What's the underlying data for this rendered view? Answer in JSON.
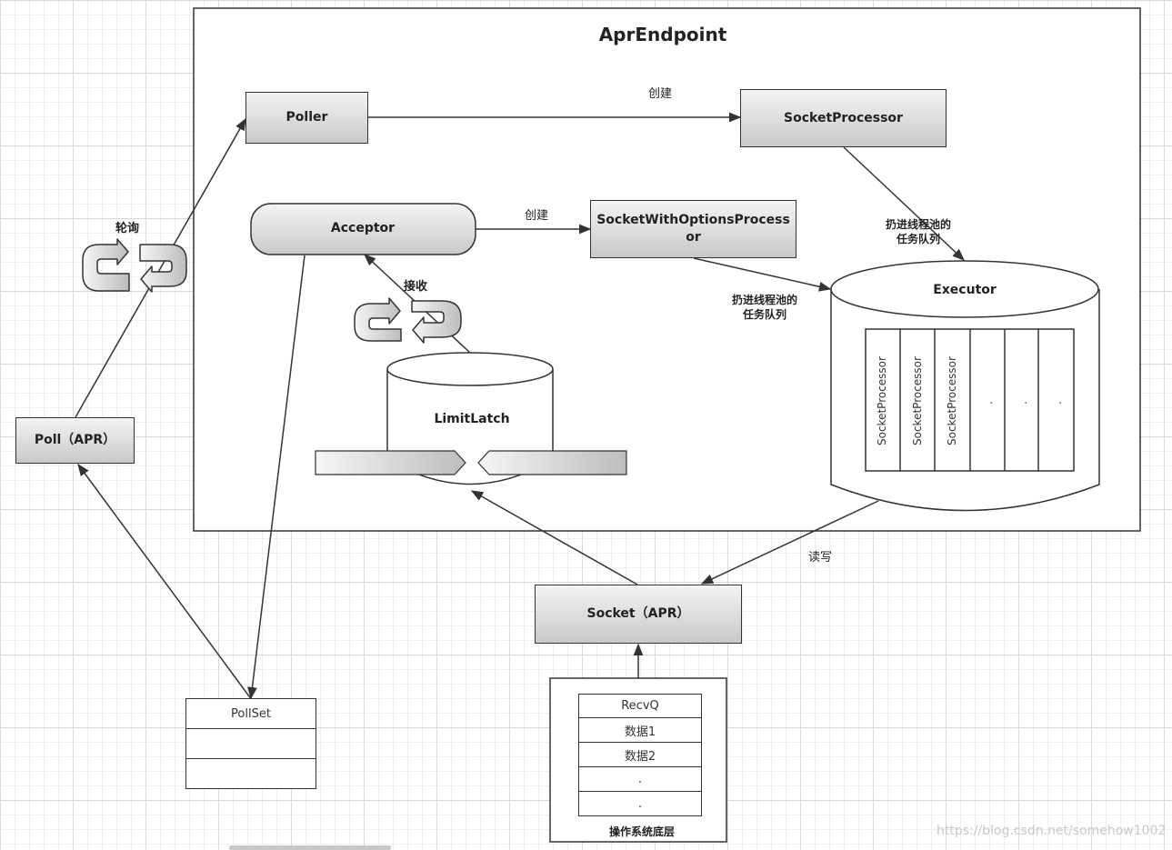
{
  "title": "AprEndpoint",
  "nodes": {
    "poller": "Poller",
    "socket_processor": "SocketProcessor",
    "acceptor": "Acceptor",
    "socket_with_options_processor": "SocketWithOptionsProcess\nor",
    "executor": "Executor",
    "limit_latch": "LimitLatch",
    "poll_apr": "Poll（APR）",
    "socket_apr": "Socket（APR）",
    "pollset_header": "PollSet",
    "os_layer": "操作系统底层"
  },
  "edge_labels": {
    "create_top": "创建",
    "create_mid": "创建",
    "submit_top": "扔进线程池的\n任务队列",
    "submit_mid": "扔进线程池的\n任务队列",
    "poll_cycle": "轮询",
    "receive": "接收",
    "read_write": "读写"
  },
  "executor_slots": [
    "SocketProcessor",
    "SocketProcessor",
    "SocketProcessor",
    ".",
    ".",
    "."
  ],
  "recvq_rows": [
    "RecvQ",
    "数据1",
    "数据2",
    ".",
    "."
  ],
  "watermark": "https://blog.csdn.net/somehow1002",
  "colors": {
    "line": "#333333",
    "box_fill_top": "#f4f4f4",
    "box_fill_bottom": "#c9c9c9"
  }
}
